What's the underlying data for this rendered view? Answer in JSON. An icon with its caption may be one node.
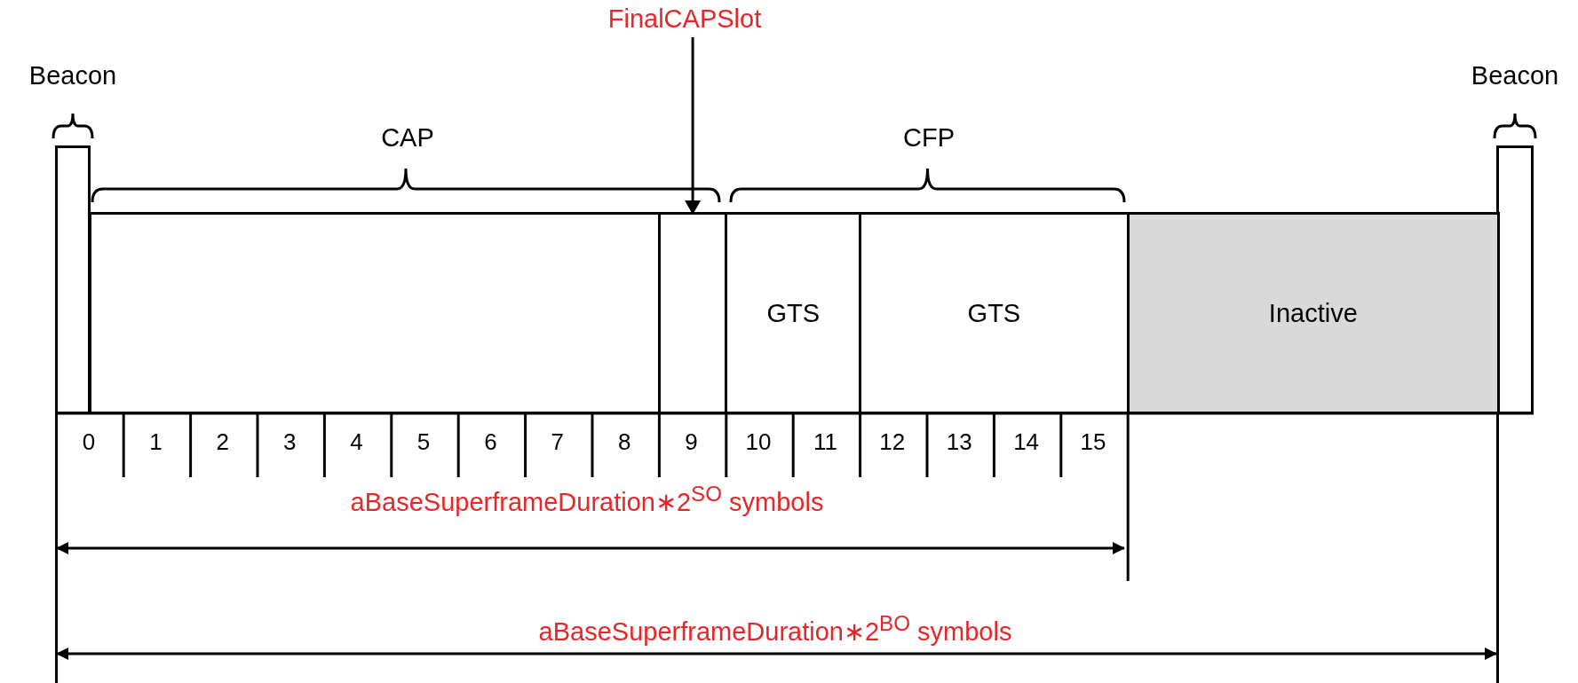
{
  "diagram": {
    "nodes": [
      {
        "text": [
          "Beacon"
        ]
      },
      {
        "text": [
          "FinalCAPSlot"
        ]
      },
      {
        "text": [
          "Beacon"
        ]
      },
      {
        "text": [],
        "shape": "box"
      },
      {
        "text": [],
        "shape": "box"
      },
      {
        "text": [
          "GTS"
        ]
      },
      {
        "text": [
          "GTS"
        ]
      },
      {
        "text": [
          "Inactive"
        ]
      }
    ],
    "edges": [
      {
        "from": 1,
        "to": 4,
        "arrow": "to"
      }
    ],
    "labels": [
      "CAP",
      "CFP",
      "0",
      "1",
      "2",
      "3",
      "4",
      "5",
      "6",
      "7",
      "8",
      "9",
      "10",
      "11",
      "12",
      "13",
      "14",
      "15",
      "aBaseSuperframeDuration∗2$^{SO}$ symbols",
      "aBaseSuperframeDuration∗2$^{BO}$ symbols"
    ]
  }
}
